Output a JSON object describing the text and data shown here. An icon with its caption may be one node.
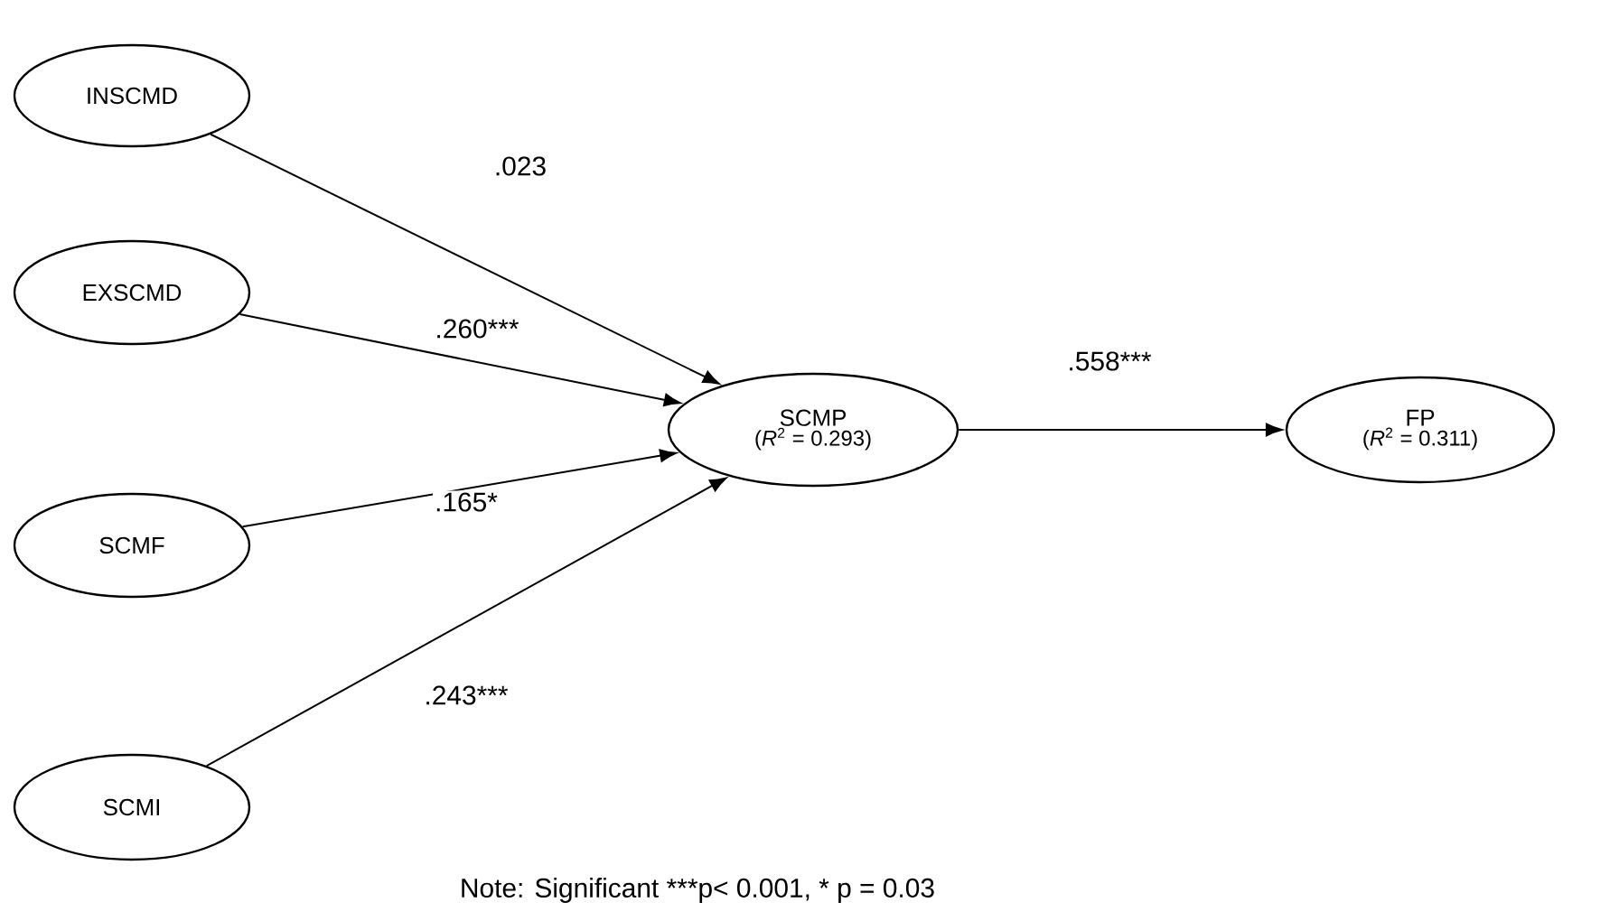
{
  "diagram": {
    "nodes": [
      {
        "text": [
          "INSCMD"
        ]
      },
      {
        "text": [
          "EXSCMD"
        ]
      },
      {
        "text": [
          "SCMF"
        ]
      },
      {
        "text": [
          "SCMI"
        ]
      },
      {
        "text": [
          "SCMP",
          "(*R*$^{2}$ = 0.293)"
        ]
      },
      {
        "text": [
          "FP",
          "(*R*$^{2}$ = 0.311)"
        ]
      }
    ],
    "edges": [
      {
        "from": 0,
        "to": 4,
        "arrow": "to",
        "label": ".023"
      },
      {
        "from": 1,
        "to": 4,
        "arrow": "to",
        "label": ".260***"
      },
      {
        "from": 2,
        "to": 4,
        "arrow": "to",
        "label": ".165*"
      },
      {
        "from": 3,
        "to": 4,
        "arrow": "to",
        "label": ".243***"
      },
      {
        "from": 4,
        "to": 5,
        "arrow": "to",
        "label": ".558***"
      }
    ],
    "labels": [
      "Note: Significant ***p< 0.001, * p = 0.03"
    ]
  }
}
